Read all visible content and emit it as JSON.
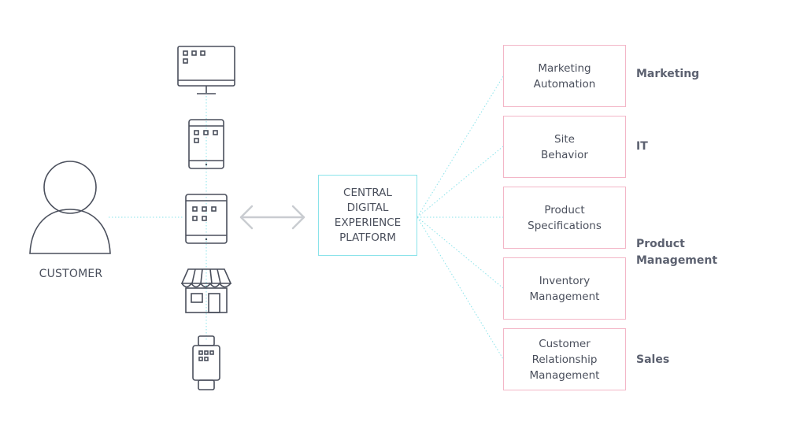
{
  "customer": {
    "label": "CUSTOMER",
    "icon": "person-icon"
  },
  "devices": [
    {
      "name": "desktop-monitor-icon"
    },
    {
      "name": "tablet-icon"
    },
    {
      "name": "tablet-icon"
    },
    {
      "name": "store-icon"
    },
    {
      "name": "smartwatch-icon"
    }
  ],
  "arrow": {
    "icon": "bidirectional-arrow-icon"
  },
  "central": {
    "label": "CENTRAL\nDIGITAL\nEXPERIENCE\nPLATFORM"
  },
  "systems": [
    {
      "label": "Marketing\nAutomation"
    },
    {
      "label": "Site\nBehavior"
    },
    {
      "label": "Product\nSpecifications"
    },
    {
      "label": "Inventory\nManagement"
    },
    {
      "label": "Customer\nRelationship\nManagement"
    }
  ],
  "departments": [
    {
      "label": "Marketing"
    },
    {
      "label": "IT"
    },
    {
      "label": "Product\nManagement"
    },
    {
      "label": "Sales"
    }
  ],
  "colors": {
    "connector": "#8ae3ea",
    "central_border": "#8ae3ea",
    "system_border": "#f3b6c7",
    "icon_stroke": "#4a4f5c",
    "arrow": "#c9ccd1"
  }
}
